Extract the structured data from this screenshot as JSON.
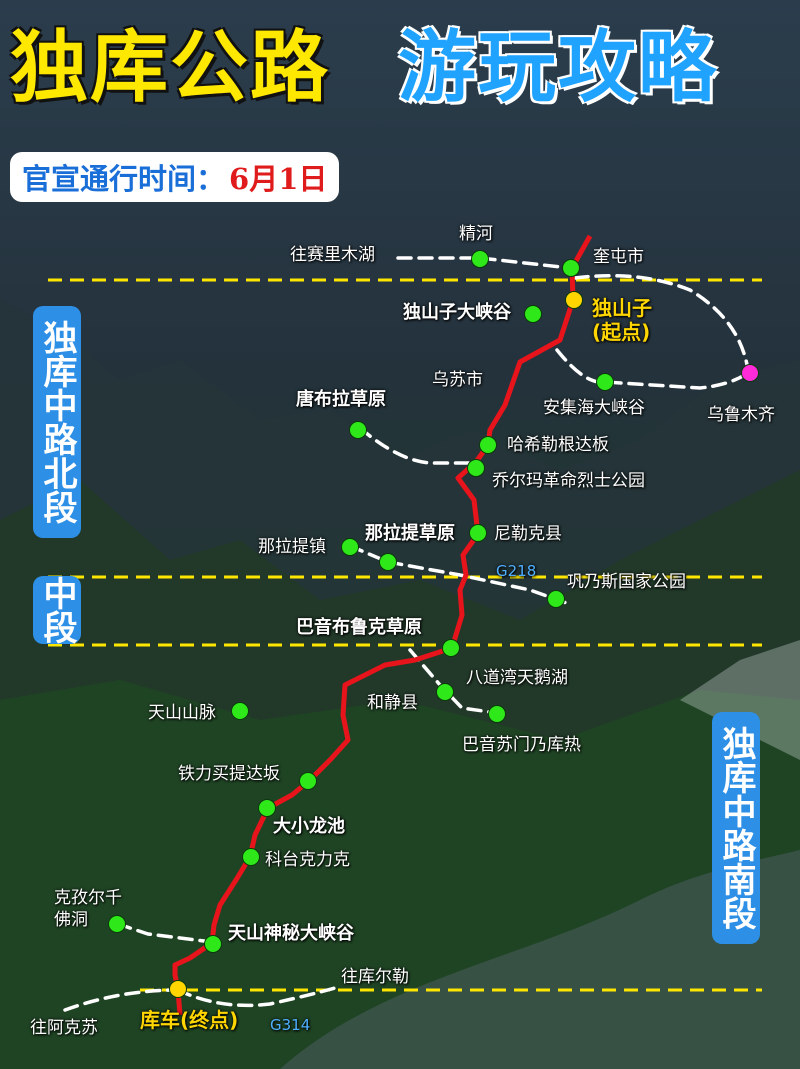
{
  "title": {
    "part1": "独库公路",
    "part2": "游玩攻略"
  },
  "open_time": {
    "label": "官宣通行时间：",
    "value": "6月1日"
  },
  "segments": {
    "north": "独库中路北段",
    "middle": "中段",
    "south": "独库中路南段"
  },
  "places": {
    "jinghe": "精河",
    "sailimu": "往赛里木湖",
    "kuitun": "奎屯市",
    "dushanzi_canyon": "独山子大峡谷",
    "dushanzi": "独山子",
    "start_mark": "(起点)",
    "wusu": "乌苏市",
    "anjihai": "安集海大峡谷",
    "urumqi": "乌鲁木齐",
    "tangbula": "唐布拉草原",
    "haxilegen": "哈希勒根达板",
    "qiaoerma": "乔尔玛革命烈士公园",
    "nileke": "尼勒克县",
    "nalati_town": "那拉提镇",
    "nalati": "那拉提草原",
    "g218": "G218",
    "gongnaisi": "巩乃斯国家公园",
    "bayinbuluke": "巴音布鲁克草原",
    "badaowan": "八道湾天鹅湖",
    "hejing": "和静县",
    "tianshan": "天山山脉",
    "bayinsumen": "巴音苏门乃库热",
    "tielimaiti": "铁力买提达坂",
    "daxiaolongchi": "大小龙池",
    "ketaikelike": "科台克力克",
    "kezier_1": "克孜尔千",
    "kezier_2": "佛洞",
    "tianshan_canyon": "天山神秘大峡谷",
    "korla": "往库尔勒",
    "aksu": "往阿克苏",
    "kuqa": "库车(终点)",
    "g314": "G314"
  },
  "colors": {
    "route": "#e8141c",
    "stop": "#2ee81a",
    "endpoint": "#ffd600",
    "urumqi": "#ff2ad8",
    "divider": "#ffe600",
    "title_yellow": "#ffe800",
    "title_blue": "#1fa3ff",
    "segment_box": "#2d8fe6"
  }
}
